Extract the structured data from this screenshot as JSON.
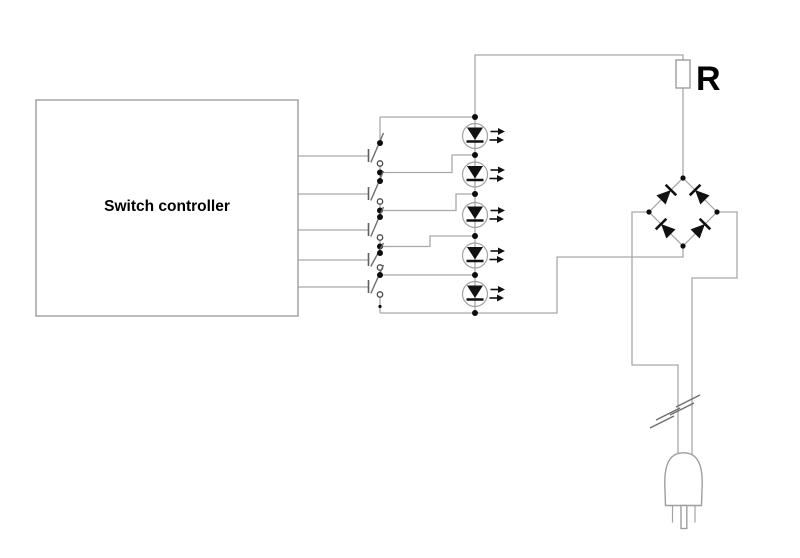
{
  "title": "LED switch controller circuit diagram",
  "labels": {
    "controller": "Switch controller",
    "resistor": "R"
  },
  "colors": {
    "background": "#ffffff",
    "wire": "#a9a9a9",
    "component": "#111111",
    "text": "#000000"
  },
  "components": {
    "controller": {
      "label": "Switch controller",
      "outputs": 5
    },
    "switches": {
      "count": 5,
      "state": "open"
    },
    "leds": {
      "count": 5,
      "connection": "series-chain"
    },
    "resistor": {
      "label": "R"
    },
    "bridge_rectifier": {
      "diodes": 4
    },
    "mains_plug": {
      "prongs": 3
    },
    "cable_break": {
      "slashes": 2
    }
  }
}
